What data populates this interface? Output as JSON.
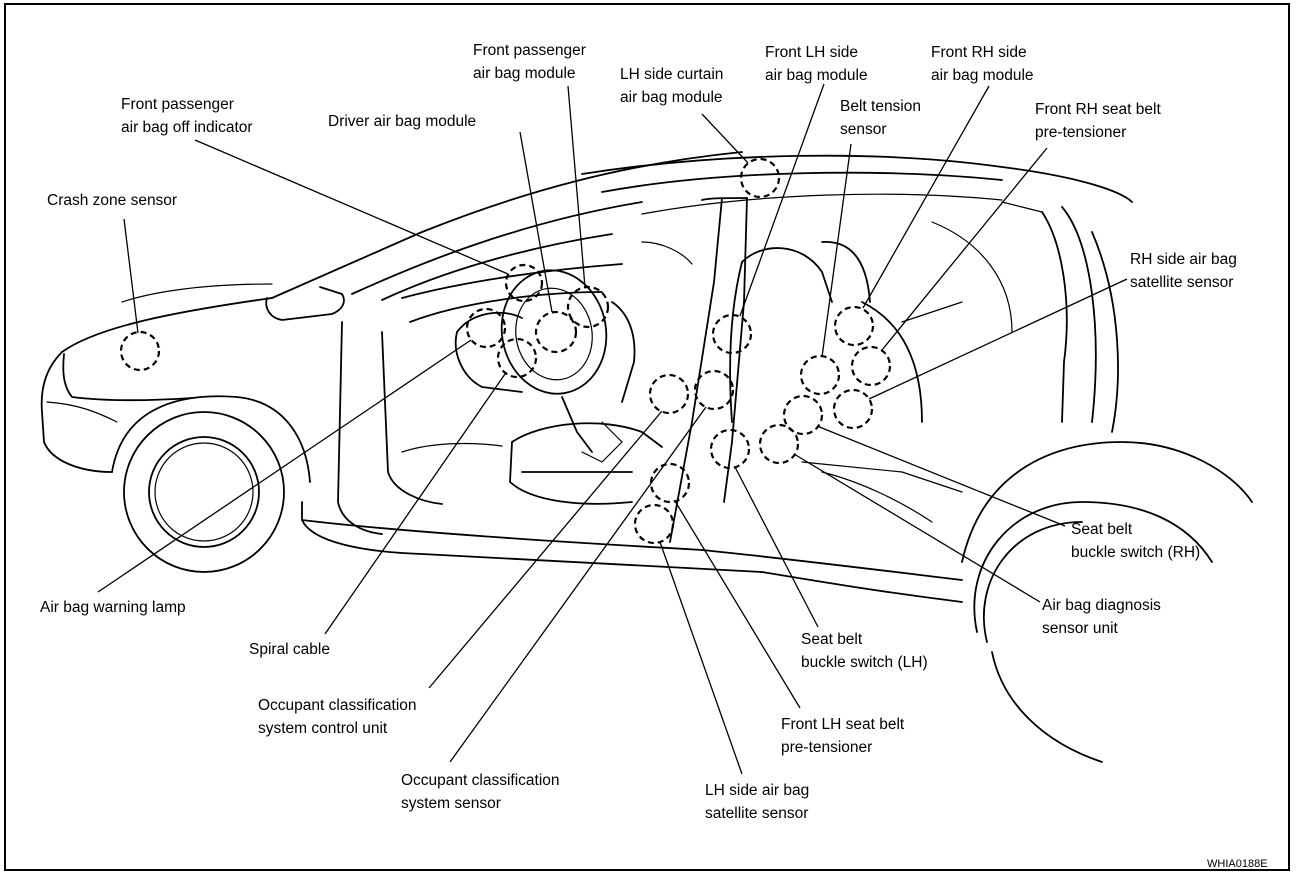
{
  "figure_code": "WHIA0188E",
  "labels": {
    "front_passenger_air_bag_off_indicator": [
      "Front passenger",
      "air bag off indicator"
    ],
    "crash_zone_sensor": [
      "Crash zone sensor"
    ],
    "driver_air_bag_module": [
      "Driver air bag module"
    ],
    "front_passenger_air_bag_module": [
      "Front passenger",
      "air bag module"
    ],
    "lh_side_curtain_air_bag_module": [
      "LH side curtain",
      "air bag module"
    ],
    "front_lh_side_air_bag_module": [
      "Front LH side",
      "air bag module"
    ],
    "belt_tension_sensor": [
      "Belt tension",
      "sensor"
    ],
    "front_rh_side_air_bag_module": [
      "Front RH side",
      "air bag module"
    ],
    "front_rh_seat_belt_pre_tensioner": [
      "Front RH seat belt",
      "pre-tensioner"
    ],
    "rh_side_air_bag_satellite_sensor": [
      "RH side air bag",
      "satellite sensor"
    ],
    "seat_belt_buckle_switch_rh": [
      "Seat belt",
      "buckle switch (RH)"
    ],
    "air_bag_diagnosis_sensor_unit": [
      "Air bag diagnosis",
      "sensor unit"
    ],
    "air_bag_warning_lamp": [
      "Air bag warning lamp"
    ],
    "spiral_cable": [
      "Spiral cable"
    ],
    "occupant_classification_system_control_unit": [
      "Occupant classification",
      "system control unit"
    ],
    "occupant_classification_system_sensor": [
      "Occupant classification",
      "system sensor"
    ],
    "seat_belt_buckle_switch_lh": [
      "Seat belt",
      "buckle switch (LH)"
    ],
    "front_lh_seat_belt_pre_tensioner": [
      "Front LH seat belt",
      "pre-tensioner"
    ],
    "lh_side_air_bag_satellite_sensor": [
      "LH side air bag",
      "satellite sensor"
    ]
  }
}
